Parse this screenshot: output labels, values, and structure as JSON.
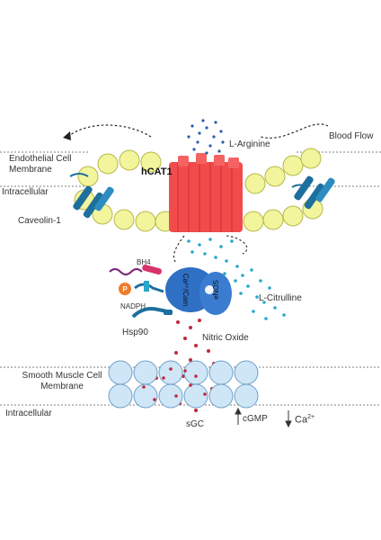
{
  "labels": {
    "l_arginine": "L-Arginine",
    "blood_flow": "Blood Flow",
    "endothelial_membrane": "Endothelial Cell Membrane",
    "intracellular_top": "Intracellular",
    "hcat1": "hCAT1",
    "caveolin": "Caveolin-1",
    "bh4": "BH4",
    "p": "P",
    "nadph": "NADPH",
    "hsp90": "Hsp90",
    "ca_cam": "Ca²⁺/Cam",
    "enos": "eNOS",
    "l_citrulline": "L-Citrulline",
    "nitric_oxide": "Nitric Oxide",
    "smooth_muscle_membrane": "Smooth Muscle Cell Membrane",
    "intracellular_bottom": "Intracellular",
    "sgc": "sGC",
    "cgmp": "cGMP",
    "ca": "Ca",
    "ca_sup": "2+"
  },
  "colors": {
    "membrane_bead": "#f2f59b",
    "membrane_bead_stroke": "#b7b84a",
    "channel": "#f24b4b",
    "channel_dark": "#d63434",
    "enos": "#2f6fc4",
    "caveolin": "#1d6f9e",
    "arginine_dots": "#2b5ea8",
    "citrulline_dots": "#2aa7c9",
    "no_dots": "#c0283c",
    "smooth_cell": "#cfe6f7",
    "phosphate": "#f07b2a",
    "bh4": "#7a2a7a"
  }
}
